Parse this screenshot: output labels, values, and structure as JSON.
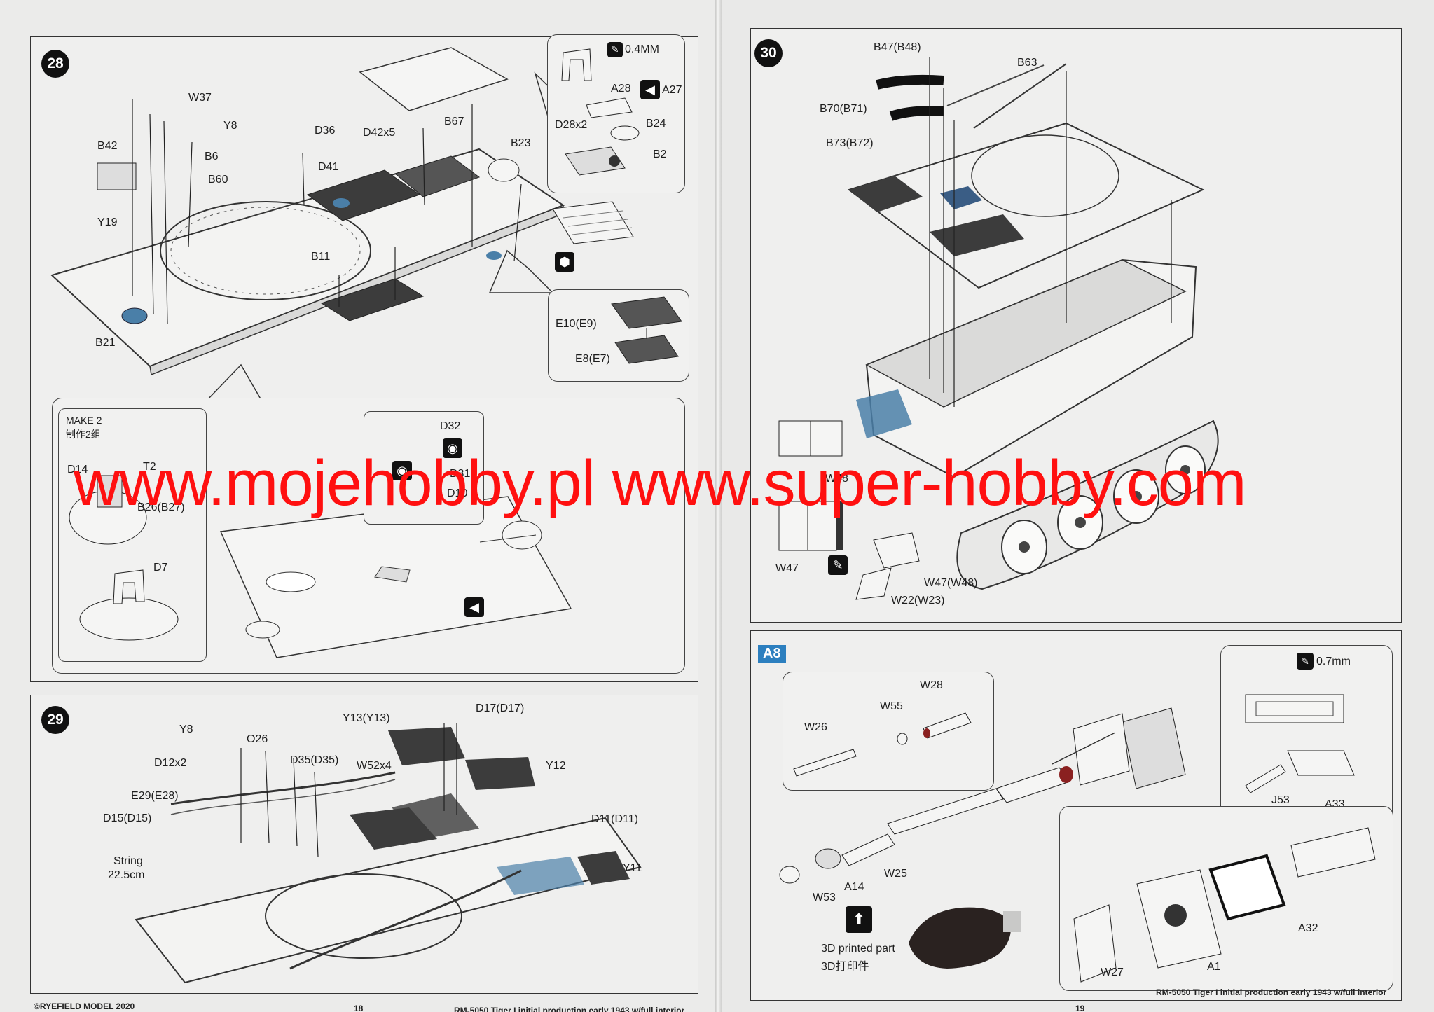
{
  "left_page": {
    "step28": {
      "number": "28",
      "labels": [
        "W37",
        "Y8",
        "B42",
        "B6",
        "D36",
        "D41",
        "B60",
        "D42x5",
        "B67",
        "B23",
        "Y19",
        "B11",
        "B21"
      ],
      "callout_top_right": {
        "drill": "0.4MM",
        "labels": [
          "A28",
          "A27",
          "D28x2",
          "B24",
          "B2"
        ]
      },
      "callout_mesh": {
        "labels": [
          "E10(E9)",
          "E8(E7)"
        ]
      },
      "callout_bottom": {
        "make_note": "MAKE 2",
        "make_note_cn": "制作2组",
        "labels": [
          "D14",
          "T2",
          "B26(B27)",
          "D7"
        ],
        "inset_labels": [
          "D32",
          "D31",
          "D10"
        ]
      }
    },
    "step29": {
      "number": "29",
      "labels": [
        "Y8",
        "O26",
        "Y13(Y13)",
        "D17(D17)",
        "D12x2",
        "D35(D35)",
        "W52x4",
        "Y12",
        "E29(E28)",
        "D15(D15)",
        "D11(D11)",
        "Y11"
      ],
      "string_label": "String",
      "string_length": "22.5cm"
    },
    "footer_left": "©RYEFIELD MODEL 2020",
    "page_number": "18",
    "footer_title": "RM-5050 Tiger I initial production early 1943 w/full interior"
  },
  "right_page": {
    "step30": {
      "number": "30",
      "labels": [
        "B47(B48)",
        "B63",
        "B70(B71)",
        "B73(B72)",
        "W48",
        "W47",
        "W47(W48)",
        "W22(W23)"
      ]
    },
    "stepA8": {
      "tag": "A8",
      "labels": [
        "W28",
        "W55",
        "W26",
        "W25",
        "A14",
        "W53",
        "W27",
        "A1",
        "A32",
        "J53",
        "A33"
      ],
      "drill": "0.7mm",
      "printed_note": "3D printed part",
      "printed_note_cn": "3D打印件"
    },
    "page_number": "19",
    "footer_title": "RM-5050 Tiger I initial production early 1943 w/full interior"
  },
  "watermark": "www.mojehobby.pl www.super-hobby.com"
}
